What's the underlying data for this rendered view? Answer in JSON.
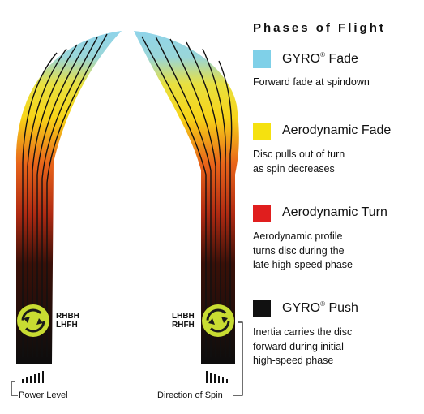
{
  "legend": {
    "title": "Phases of Flight",
    "items": [
      {
        "name": "GYRO",
        "mark": "®",
        "suffix": " Fade",
        "color": "#7fd0e8",
        "desc": [
          "Forward fade at spindown"
        ]
      },
      {
        "name": "Aerodynamic Fade",
        "mark": "",
        "suffix": "",
        "color": "#f5e10f",
        "desc": [
          "Disc pulls out of turn",
          "as spin decreases"
        ]
      },
      {
        "name": "Aerodynamic Turn",
        "mark": "",
        "suffix": "",
        "color": "#e01e1e",
        "desc": [
          "Aerodynamic profile",
          "turns disc during the",
          "late high-speed phase"
        ]
      },
      {
        "name": "GYRO",
        "mark": "®",
        "suffix": " Push",
        "color": "#111111",
        "desc": [
          "Inertia carries the disc",
          "forward during initial",
          "high-speed phase"
        ]
      }
    ]
  },
  "throws": {
    "left": [
      "RHBH",
      "LHFH"
    ],
    "right": [
      "LHBH",
      "RHFH"
    ]
  },
  "labels": {
    "power_level": "Power Level",
    "direction_of_spin": "Direction of Spin"
  },
  "colors": {
    "gyro_fade": "#7fd0e8",
    "aero_fade": "#f5e10f",
    "aero_turn": "#e01e1e",
    "gyro_push": "#111111",
    "spin_icon": "#c8dc32"
  }
}
